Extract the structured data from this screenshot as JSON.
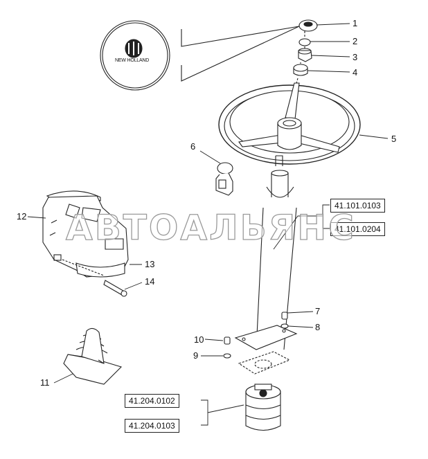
{
  "diagram": {
    "callouts": [
      {
        "id": "1",
        "label": "1"
      },
      {
        "id": "2",
        "label": "2"
      },
      {
        "id": "3",
        "label": "3"
      },
      {
        "id": "4",
        "label": "4"
      },
      {
        "id": "5",
        "label": "5"
      },
      {
        "id": "6",
        "label": "6"
      },
      {
        "id": "7",
        "label": "7"
      },
      {
        "id": "8",
        "label": "8"
      },
      {
        "id": "9",
        "label": "9"
      },
      {
        "id": "10",
        "label": "10"
      },
      {
        "id": "11",
        "label": "11"
      },
      {
        "id": "12",
        "label": "12"
      },
      {
        "id": "13",
        "label": "13"
      },
      {
        "id": "14",
        "label": "14"
      }
    ],
    "reference_boxes": [
      {
        "id": "ref_a",
        "label": "41.101.0103"
      },
      {
        "id": "ref_b",
        "label": "41.101.0204"
      },
      {
        "id": "ref_c",
        "label": "41.204.0102"
      },
      {
        "id": "ref_d",
        "label": "41.204.0103"
      }
    ],
    "logo_text": "NEW HOLLAND",
    "watermark": "АВТОАЛЬЯНС"
  }
}
